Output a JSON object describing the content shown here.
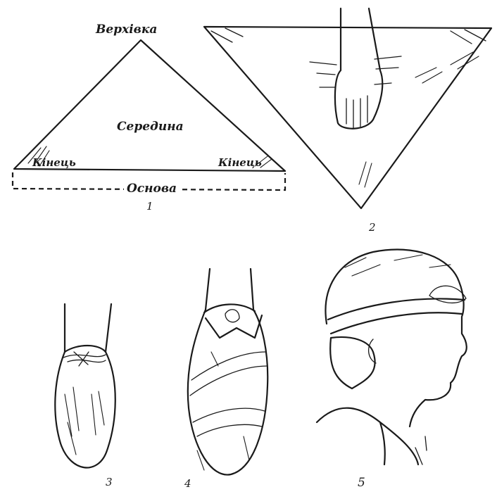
{
  "figure_1": {
    "apex_label": "Верхівка",
    "center_label": "Середина",
    "left_end_label": "Кінець",
    "right_end_label": "Кінець",
    "base_label": "Основа",
    "number": "1"
  },
  "figure_2": {
    "number": "2"
  },
  "figure_3": {
    "number": "3"
  },
  "figure_4": {
    "number": "4"
  },
  "figure_5": {
    "number": "5"
  }
}
